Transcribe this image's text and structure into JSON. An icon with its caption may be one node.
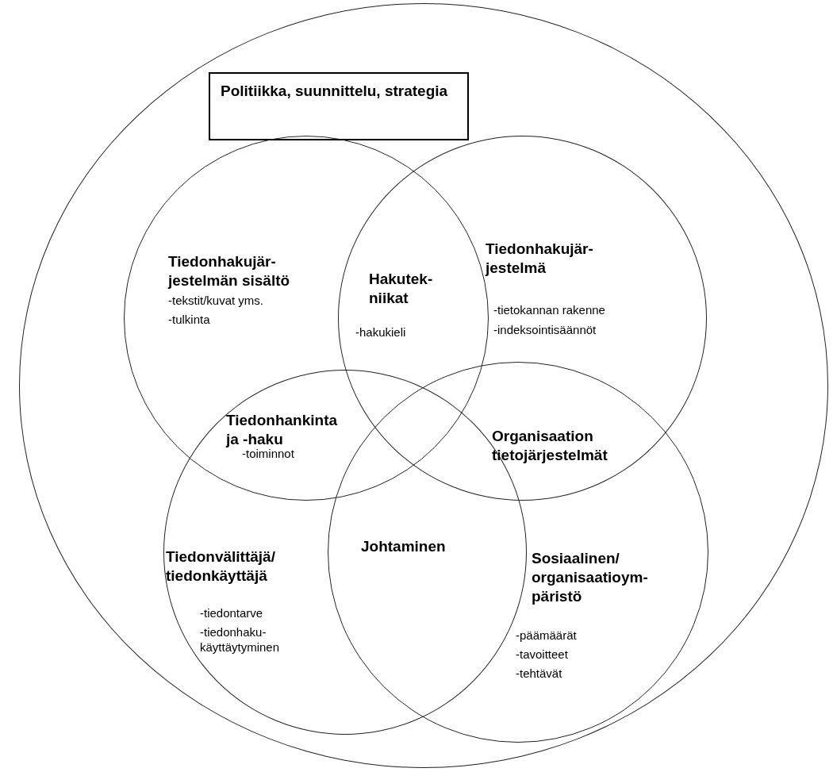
{
  "diagram": {
    "nodes": [
      {
        "text": [],
        "shape": "circle"
      },
      {
        "text": [
          "Politiikka, suunnittelu, strategia"
        ],
        "in": 0
      },
      {
        "text": [
          "Tiedonhakujär- jestelmän sisältö",
          "-tekstit/kuvat yms.",
          "-tulkinta"
        ],
        "in": 0
      },
      {
        "text": [
          "Tiedonhakujär- jestelmä",
          "-tietokannan rakenne",
          "-indeksointisäännöt"
        ],
        "in": 0
      },
      {
        "text": [
          "Tiedonvälittäjä/ tiedonkäyttäjä",
          "-tiedontarve",
          "-tiedonhaku- käyttäytyminen"
        ],
        "in": 0
      },
      {
        "text": [
          "Sosiaalinen/ organisaatioym- päristö",
          "-päämäärät",
          "-tavoitteet",
          "-tehtävät"
        ],
        "in": 0
      }
    ],
    "edges": [],
    "labels": [
      "Hakutek- niikat",
      "-hakukieli",
      "Tiedonhankinta ja -haku",
      "-toiminnot",
      "Organisaation tietojärjestelmät",
      "Johtaminen"
    ]
  }
}
